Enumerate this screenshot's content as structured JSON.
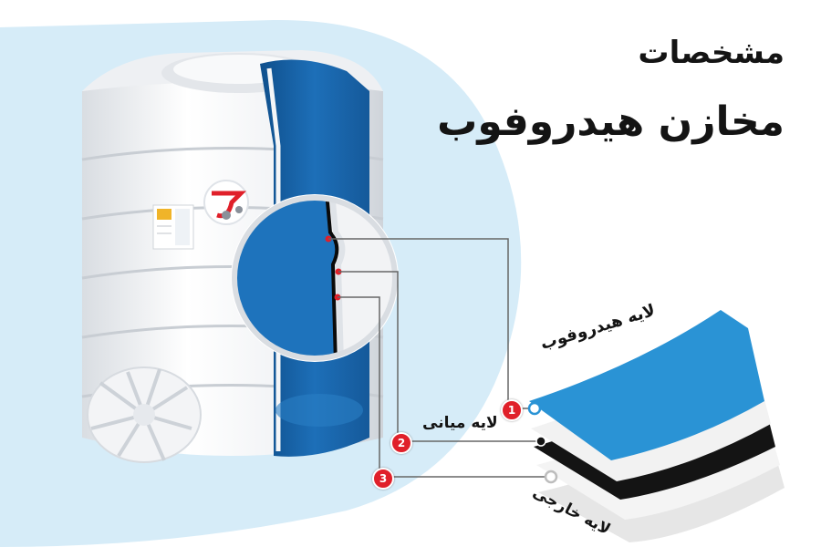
{
  "header": {
    "title_small": "مشخصات",
    "title_large": "مخازن هیدروفوب"
  },
  "layers": [
    {
      "number": "1",
      "label": "لایه هیدروفوب",
      "color": "#2a93d5"
    },
    {
      "number": "2",
      "label": "لایه میانی",
      "color": "#141414"
    },
    {
      "number": "3",
      "label": "لایه خارجی",
      "color": "#e6e6e6"
    }
  ],
  "colors": {
    "background_blob": "#d6ecf8",
    "tank_white": "#f4f5f7",
    "inner_blue": "#1d6fb8",
    "marker_red": "#e0202a",
    "leader_line": "#555555"
  },
  "icons": {
    "tank": "water-tank-icon",
    "lid": "tank-lid-icon",
    "logo": "brand-logo-icon",
    "magnifier": "magnifier-circle-icon"
  }
}
